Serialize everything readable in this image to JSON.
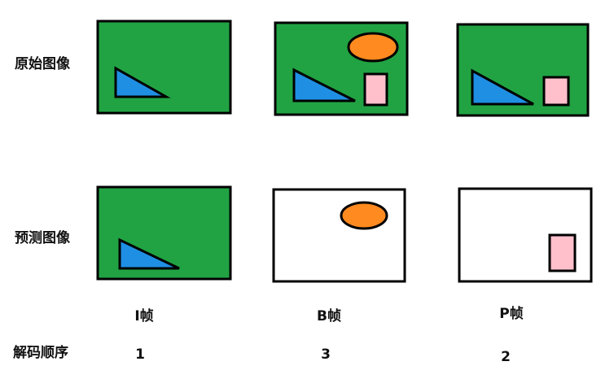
{
  "labels": {
    "row_original": "原始图像",
    "row_predicted": "预测图像",
    "decode_order": "解码顺序"
  },
  "frames": [
    {
      "label": "I帧",
      "order": "1"
    },
    {
      "label": "B帧",
      "order": "3"
    },
    {
      "label": "P帧",
      "order": "2"
    }
  ],
  "colors": {
    "frame_fill": "#21a343",
    "empty_fill": "#ffffff",
    "outline": "#000000",
    "triangle": "#1f8fe3",
    "ellipse": "#ff8a1f",
    "rectangle": "#ffc0cc"
  }
}
